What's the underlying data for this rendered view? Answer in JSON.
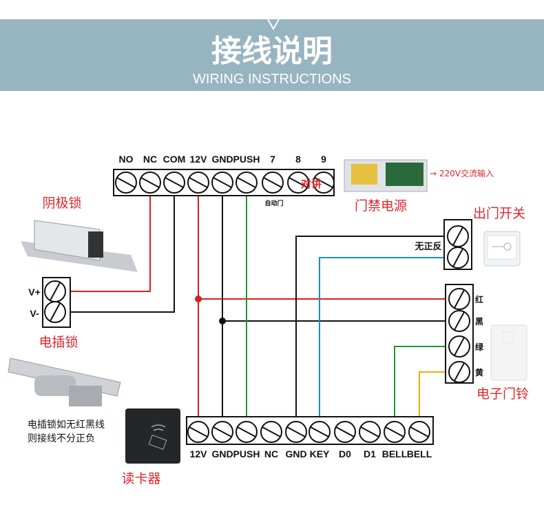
{
  "header": {
    "title": "接线说明",
    "subtitle": "WIRING INSTRUCTIONS",
    "band_color": "#97b5c0"
  },
  "top_strip": {
    "terminals": [
      "NO",
      "NC",
      "COM",
      "12V",
      "GND",
      "PUSH",
      "7",
      "8",
      "9"
    ],
    "intercom_label": "对讲",
    "auto_door_label": "自动门"
  },
  "bottom_strip": {
    "terminals": [
      "12V",
      "GND",
      "PUSH",
      "NC",
      "GND",
      "KEY",
      "D0",
      "D1",
      "BELL",
      "BELL"
    ]
  },
  "lock_terminal": {
    "labels": [
      "V+",
      "V-"
    ]
  },
  "exit_switch": {
    "title": "出门开关",
    "note": "无正反"
  },
  "doorbell": {
    "title": "电子门铃",
    "wire_labels": [
      "红",
      "黑",
      "绿",
      "黄"
    ]
  },
  "power_supply": {
    "title": "门禁电源",
    "input_note": "→ 220V交流输入"
  },
  "cathode_lock": {
    "title": "阴极锁"
  },
  "bolt_lock": {
    "title": "电插锁",
    "note_lines": [
      "电插锁如无红黑线",
      "则接线不分正负"
    ]
  },
  "card_reader": {
    "title": "读卡器"
  },
  "wire_colors": {
    "red": "#d42020",
    "black": "#111111",
    "green": "#1a9a2a",
    "blue": "#1a8ad4",
    "yellow": "#f0aa00"
  }
}
